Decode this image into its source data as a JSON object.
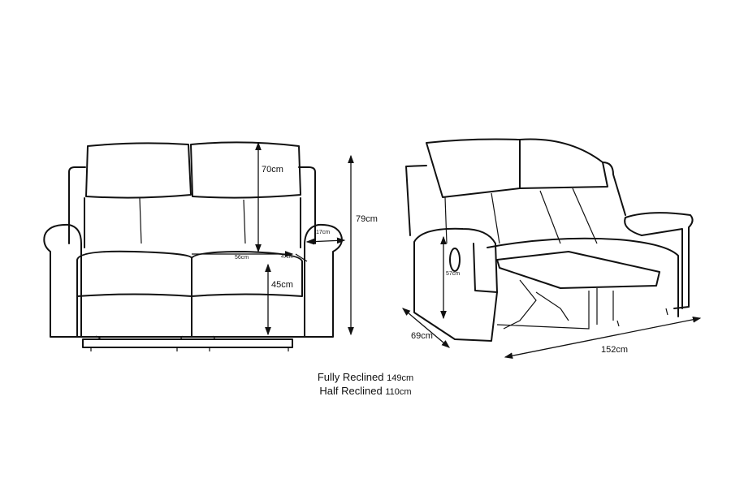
{
  "front_view": {
    "height_backrest": "70cm",
    "overall_height": "79cm",
    "arm_width": "17cm",
    "seat_width": "56cm",
    "seat_depth": "47cm",
    "seat_height": "45cm"
  },
  "side_view": {
    "arm_height": "57cm",
    "depth": "69cm",
    "overall_width": "152cm"
  },
  "recline": {
    "fully_label": "Fully Reclined",
    "fully_value": "149cm",
    "half_label": "Half Reclined",
    "half_value": "110cm"
  }
}
